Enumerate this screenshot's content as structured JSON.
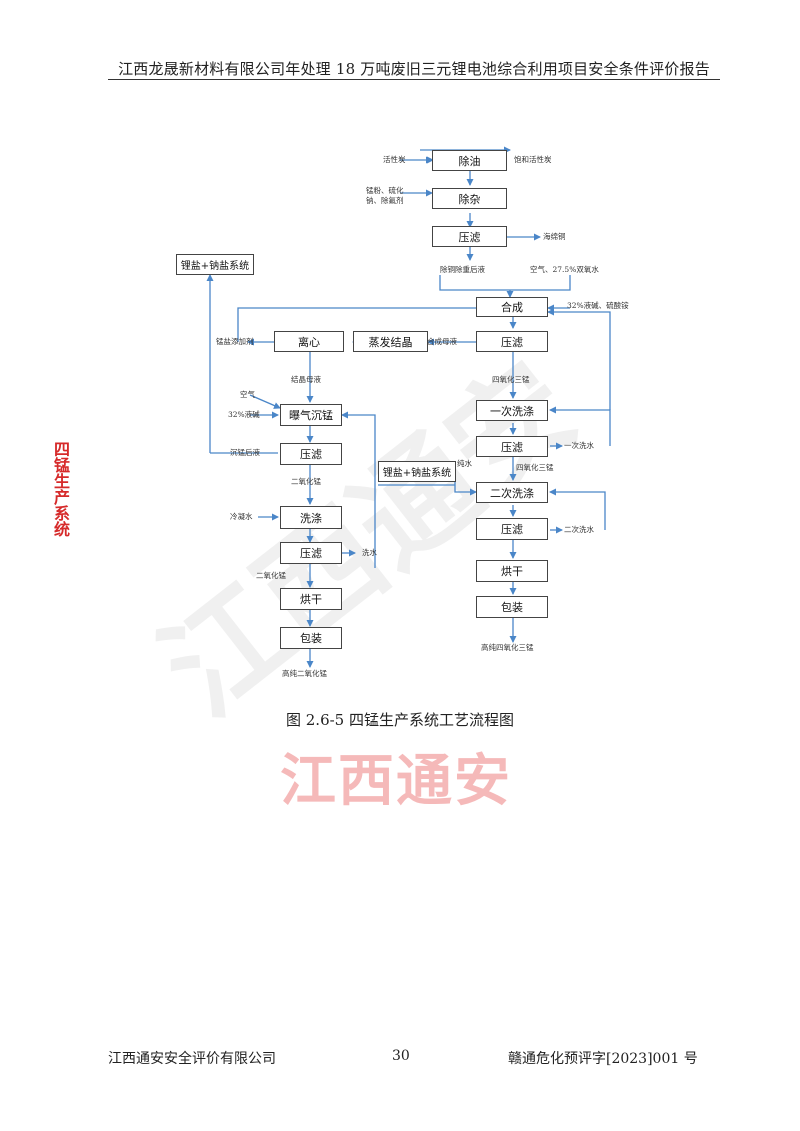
{
  "header": {
    "title": "江西龙晟新材料有限公司年处理 18 万吨废旧三元锂电池综合利用项目安全条件评价报告"
  },
  "figure": {
    "nodes": {
      "n1": "除油",
      "n2": "除杂",
      "n3": "压滤",
      "n4": "合成",
      "n5": "压滤",
      "n6": "一次洗涤",
      "n7": "压滤",
      "n8": "二次洗涤",
      "n9": "压滤",
      "n10": "烘干",
      "n11": "包装",
      "n12": "蒸发结晶",
      "n13": "离心",
      "n14": "曝气沉锰",
      "n15": "压滤",
      "n16": "洗涤",
      "n17": "压滤",
      "n18": "烘干",
      "n19": "包装",
      "n20": "锂盐+钠盐系统",
      "n21": "锂盐+钠盐系统"
    },
    "labels": {
      "l1": "活性炭",
      "l2": "饱和活性炭",
      "l3": "锰粉、硫化",
      "l4": "钠、除氟剂",
      "l5": "海绵铜",
      "l6": "除铜除重后液",
      "l7": "空气、27.5%双氧水",
      "l8": "32%液碱、硫酸铵",
      "l9": "合成母液",
      "l10": "锰盐添加剂",
      "l11": "结晶母液",
      "l12": "四氧化三锰",
      "l13": "一次洗水",
      "l14": "空气",
      "l15": "32%液碱",
      "l16": "沉锰后液",
      "l17": "二氧化锰",
      "l18": "纯水",
      "l19": "四氧化三锰",
      "l20": "冷凝水",
      "l21": "二次洗水",
      "l22": "洗水",
      "l23": "二氧化锰",
      "l24": "高纯四氧化三锰",
      "l25": "高纯二氧化锰"
    },
    "side_title": "四锰生产系统",
    "caption": "图 2.6-5   四锰生产系统工艺流程图"
  },
  "stamp": "江西通安",
  "watermark": "江西通安",
  "footer": {
    "left": "江西通安安全评价有限公司",
    "page": "30",
    "right": "赣通危化预评字[2023]001 号"
  },
  "colors": {
    "arrow": "#4a86c8",
    "box_border": "#444444",
    "side_title": "#d62a2a",
    "stamp": "#e64646"
  }
}
